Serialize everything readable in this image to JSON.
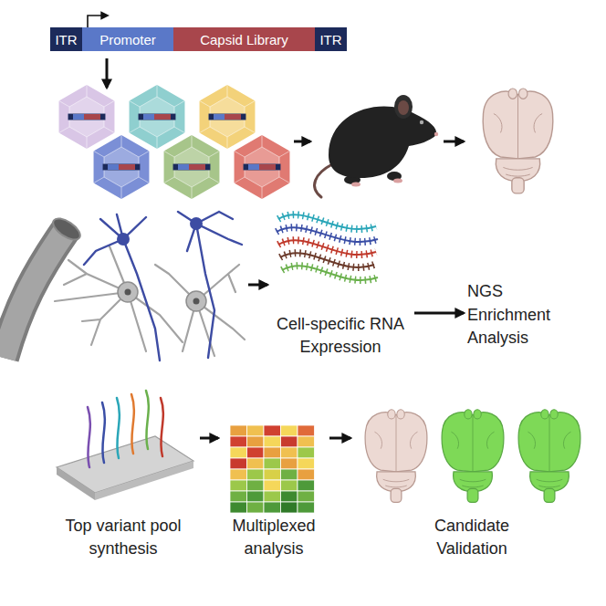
{
  "diagram": {
    "nodes": [
      {
        "text": [
          "ITR"
        ]
      },
      {
        "text": [
          "Promoter"
        ]
      },
      {
        "text": [
          "Capsid Library"
        ]
      },
      {
        "text": [
          "ITR"
        ]
      },
      {
        "text": [
          "Cell-specific RNA Expression"
        ]
      },
      {
        "text": [
          "NGS Enrichment Analysis"
        ]
      },
      {
        "text": [
          "Top variant pool synthesis"
        ]
      },
      {
        "text": [
          "Multiplexed analysis"
        ]
      },
      {
        "text": [
          "Candidate Validation"
        ]
      }
    ],
    "edges": [
      {
        "from": 4,
        "to": 5,
        "arrow": "to"
      },
      {
        "from": 6,
        "to": 7,
        "arrow": "to"
      },
      {
        "from": 7,
        "to": 8,
        "arrow": "to"
      }
    ]
  }
}
